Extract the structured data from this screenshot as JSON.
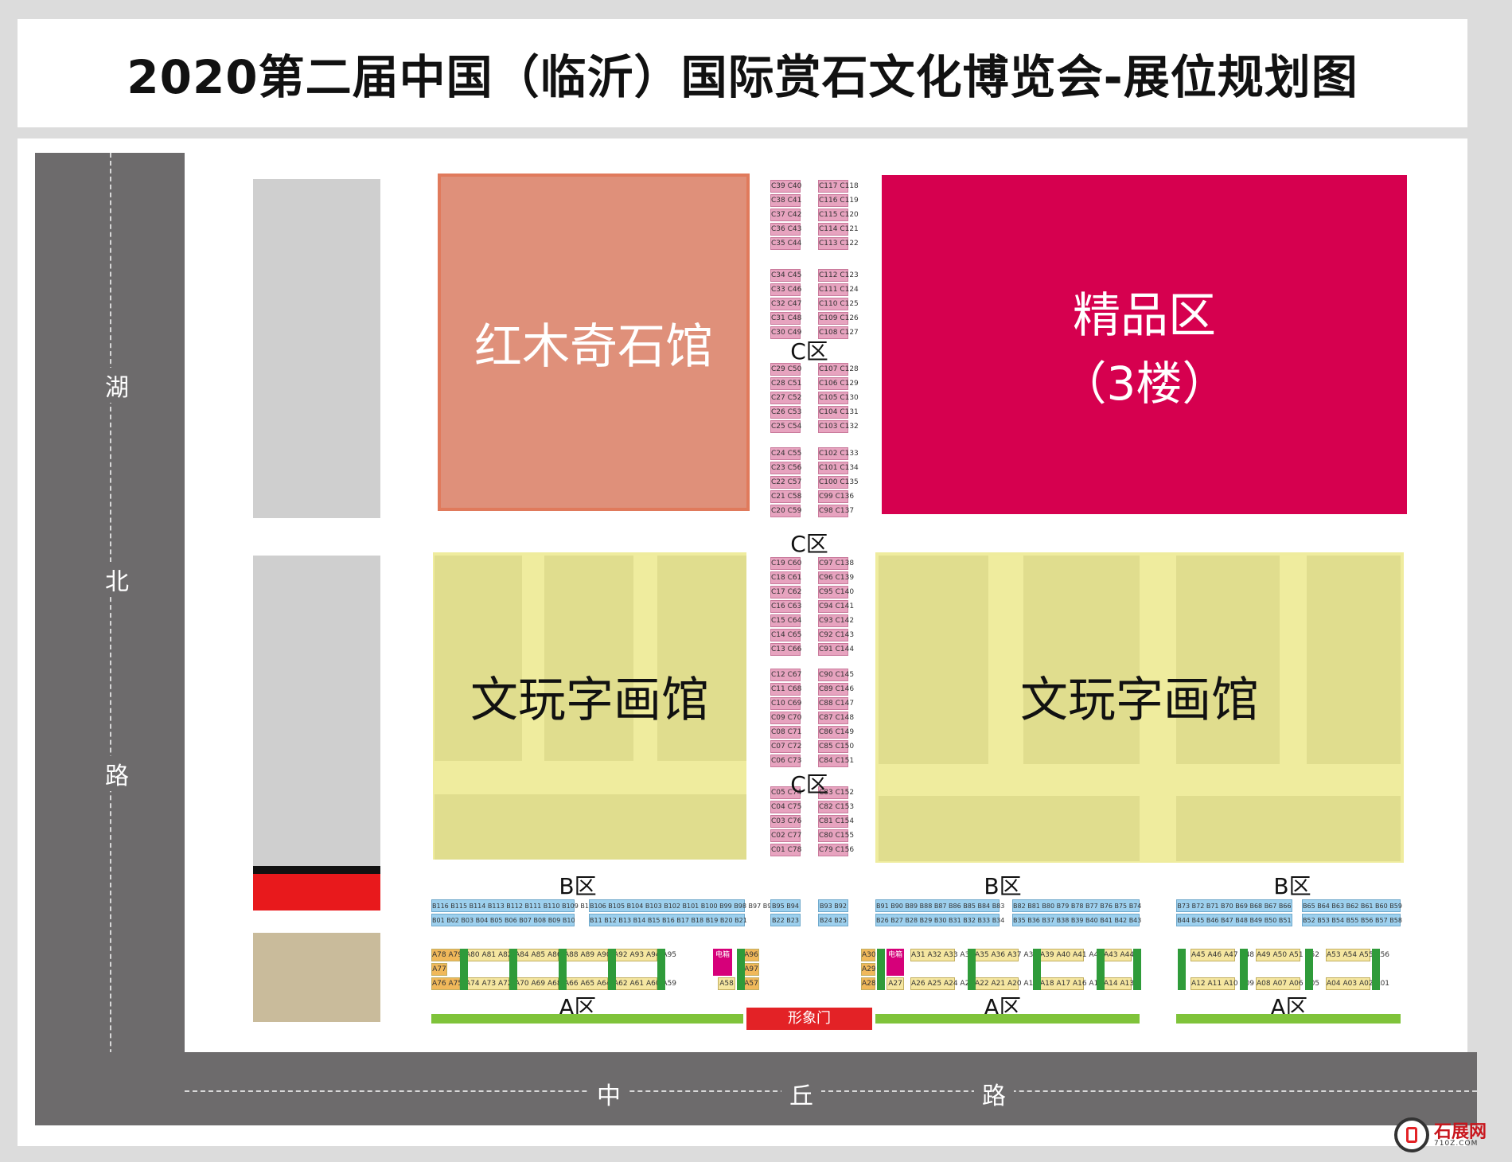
{
  "title": "2020第二届中国（临沂）国际赏石文化博览会-展位规划图",
  "roads": {
    "west": [
      "湖",
      "北",
      "路"
    ],
    "south": [
      "中",
      "丘",
      "路"
    ]
  },
  "halls": {
    "hongmu": "红木奇石馆",
    "jingpin_line1": "精品区",
    "jingpin_line2": "（3楼）",
    "wenwan_left": "文玩字画馆",
    "wenwan_right": "文玩字画馆"
  },
  "zones": {
    "c": "C区",
    "b": "B区",
    "a": "A区"
  },
  "gate": "形象门",
  "elec": "电箱",
  "c_booths": {
    "left": [
      [
        "C39 C40",
        "C38 C41",
        "C37 C42",
        "C36 C43",
        "C35 C44"
      ],
      [
        "C34 C45",
        "C33 C46",
        "C32 C47",
        "C31 C48",
        "C30 C49"
      ],
      [
        "C29 C50",
        "C28 C51",
        "C27 C52",
        "C26 C53",
        "C25 C54"
      ],
      [
        "C24 C55",
        "C23 C56",
        "C22 C57",
        "C21 C58",
        "C20 C59"
      ],
      [
        "C19 C60",
        "C18 C61",
        "C17 C62",
        "C16 C63",
        "C15 C64",
        "C14 C65",
        "C13 C66"
      ],
      [
        "C12 C67",
        "C11 C68",
        "C10 C69",
        "C09 C70",
        "C08 C71",
        "C07 C72",
        "C06 C73"
      ],
      [
        "C05 C74",
        "C04 C75",
        "C03 C76",
        "C02 C77",
        "C01 C78"
      ]
    ],
    "right": [
      [
        "C117 C118",
        "C116 C119",
        "C115 C120",
        "C114 C121",
        "C113 C122"
      ],
      [
        "C112 C123",
        "C111 C124",
        "C110 C125",
        "C109 C126",
        "C108 C127"
      ],
      [
        "C107 C128",
        "C106 C129",
        "C105 C130",
        "C104 C131",
        "C103 C132"
      ],
      [
        "C102 C133",
        "C101 C134",
        "C100 C135",
        "C99 C136",
        "C98 C137"
      ],
      [
        "C97 C138",
        "C96 C139",
        "C95 C140",
        "C94 C141",
        "C93 C142",
        "C92 C143",
        "C91 C144"
      ],
      [
        "C90 C145",
        "C89 C146",
        "C88 C147",
        "C87 C148",
        "C86 C149",
        "C85 C150",
        "C84 C151"
      ],
      [
        "C83 C152",
        "C82 C153",
        "C81 C154",
        "C80 C155",
        "C79 C156"
      ]
    ]
  },
  "b_booths": {
    "g1_top": "B116 B115 B114 B113 B112 B111 B110 B109 B108 B107",
    "g1_bot": "B01 B02 B03 B04 B05 B06 B07 B08 B09 B10",
    "g2_top": "B106 B105 B104 B103 B102 B101 B100 B99 B98 B97 B96",
    "g2_bot": "B11 B12 B13 B14 B15 B16 B17 B18 B19 B20 B21",
    "g3_top": "B95 B94",
    "g3_bot": "B22 B23",
    "g4_top": "B93 B92",
    "g4_bot": "B24 B25",
    "g5_top": "B91 B90 B89 B88 B87 B86 B85 B84 B83",
    "g5_bot": "B26 B27 B28 B29 B30 B31 B32 B33 B34",
    "g6_top": "B82 B81 B80 B79 B78 B77 B76 B75 B74",
    "g6_bot": "B35 B36 B37 B38 B39 B40 B41 B42 B43",
    "g7_top": "B73 B72 B71 B70 B69 B68 B67 B66",
    "g7_bot": "B44 B45 B46 B47 B48 B49 B50 B51",
    "g8_top": "B65 B64 B63 B62 B61 B60 B59",
    "g8_bot": "B52 B53 B54 B55 B56 B57 B58"
  },
  "a_booths": {
    "r1": [
      "A78 A79",
      "A80 A81 A82 A83",
      "A84 A85 A86 A87",
      "A88 A89 A90 A91",
      "A92 A93 A94 A95",
      "A96"
    ],
    "r2": [
      "A77",
      "A97"
    ],
    "r3": [
      "A76 A75",
      "A74 A73 A72 A71",
      "A70 A69 A68 A67",
      "A66 A65 A64 A63",
      "A62 A61 A60 A59",
      "A58",
      "A57"
    ],
    "r4": [
      "A30",
      "A31 A32 A33 A34",
      "A35 A36 A37 A38",
      "A39 A40 A41 A42",
      "A43 A44"
    ],
    "r5": [
      "A29"
    ],
    "r6": [
      "A28",
      "A27",
      "A26 A25 A24 A23",
      "A22 A21 A20 A19",
      "A18 A17 A16 A15",
      "A14 A13"
    ],
    "r7": [
      "A45 A46 A47 A48",
      "A49 A50 A51 A52",
      "A53 A54 A55 A56"
    ],
    "r8": [
      "A12 A11 A10 A09",
      "A08 A07 A06 A05",
      "A04 A03 A02 A01"
    ]
  },
  "logo": {
    "text": "石展网",
    "sub": "710Z.COM"
  },
  "colors": {
    "road": "#6d6b6c",
    "hongmu": "#df907a",
    "jingpin": "#d6004f",
    "wenwan": "#efec9e",
    "c_booth": "#e7a3bf",
    "b_booth": "#9dd0ee",
    "green": "#7fc33a",
    "gate": "#e32226"
  }
}
